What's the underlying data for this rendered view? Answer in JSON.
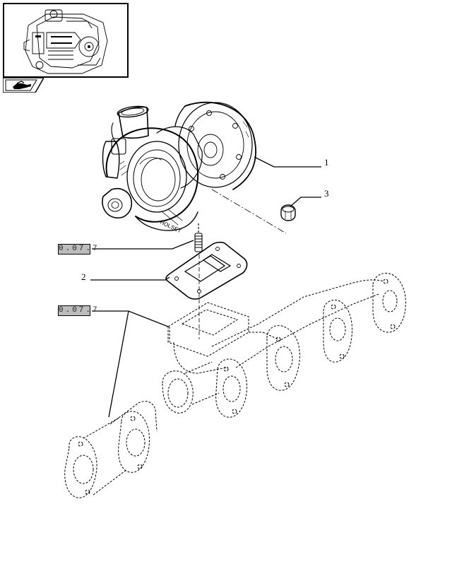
{
  "references": [
    {
      "id": "ref-a",
      "label": "0.07.7"
    },
    {
      "id": "ref-b",
      "label": "0.07.7"
    }
  ],
  "callouts": [
    {
      "id": "c1",
      "label": "1"
    },
    {
      "id": "c2",
      "label": "2"
    },
    {
      "id": "c3",
      "label": "3"
    }
  ],
  "icons": {
    "thumbnail": "engine-thumbnail-icon",
    "nav": "book-hand-icon"
  },
  "colors": {
    "ink": "#000000",
    "ref_fill": "#bcbcbc"
  }
}
